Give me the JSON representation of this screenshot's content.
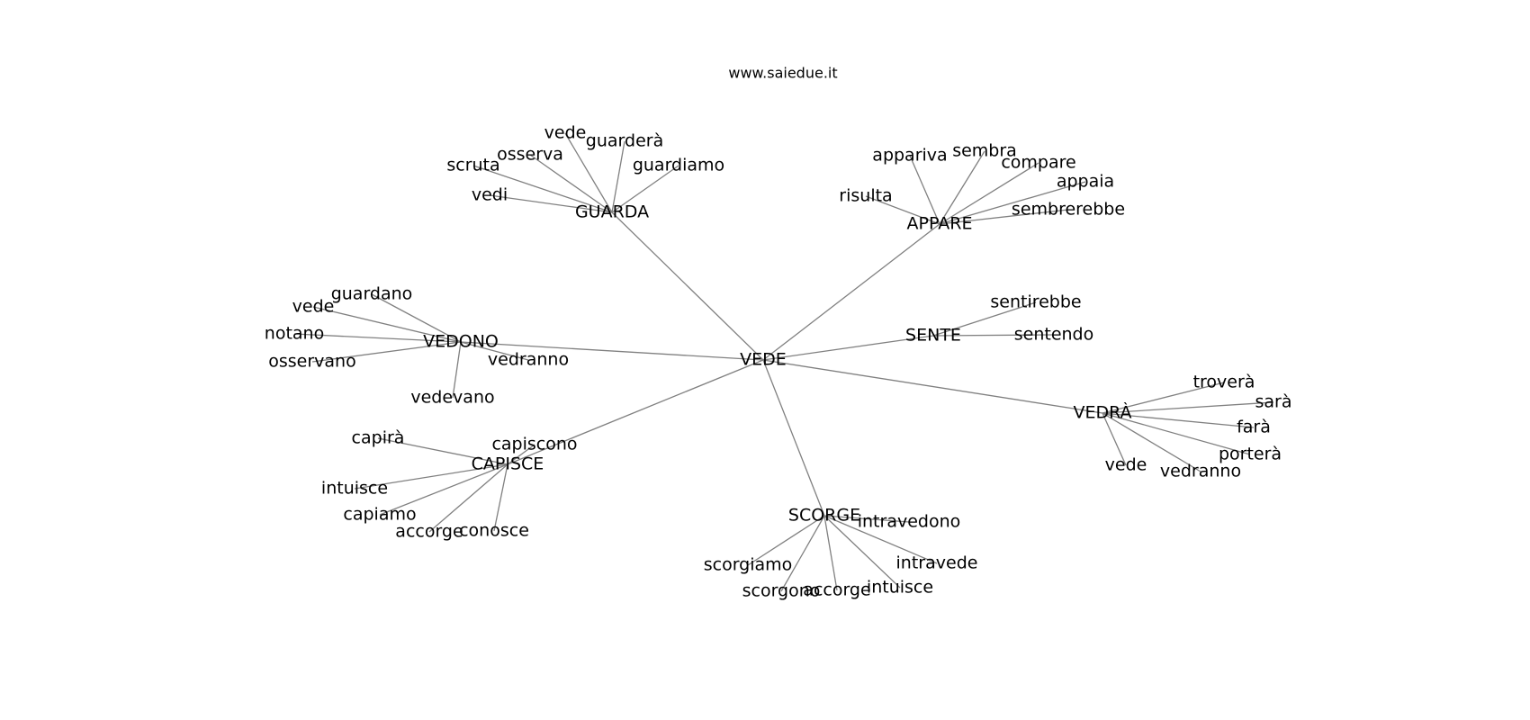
{
  "watermark": "www.saiedue.it",
  "colors": {
    "edge": "#808080",
    "text": "#000000",
    "background": "#ffffff"
  },
  "root": "VEDE",
  "groups": [
    {
      "hub": "GUARDA",
      "leaves": [
        "vede",
        "guarderà",
        "osserva",
        "scruta",
        "guardiamo",
        "vedi"
      ]
    },
    {
      "hub": "APPARE",
      "leaves": [
        "appariva",
        "sembra",
        "compare",
        "appaia",
        "risulta",
        "sembrerebbe"
      ]
    },
    {
      "hub": "VEDONO",
      "leaves": [
        "guardano",
        "vede",
        "notano",
        "osservano",
        "vedranno",
        "vedevano"
      ]
    },
    {
      "hub": "SENTE",
      "leaves": [
        "sentirebbe",
        "sentendo"
      ]
    },
    {
      "hub": "VEDRÀ",
      "leaves": [
        "troverà",
        "sarà",
        "farà",
        "porterà",
        "vede",
        "vedranno"
      ]
    },
    {
      "hub": "CAPISCE",
      "leaves": [
        "capirà",
        "capiscono",
        "intuisce",
        "capiamo",
        "accorge",
        "conosce"
      ]
    },
    {
      "hub": "SCORGE",
      "leaves": [
        "intravedono",
        "intravede",
        "scorgiamo",
        "scorgono",
        "accorge",
        "intuisce"
      ]
    }
  ]
}
